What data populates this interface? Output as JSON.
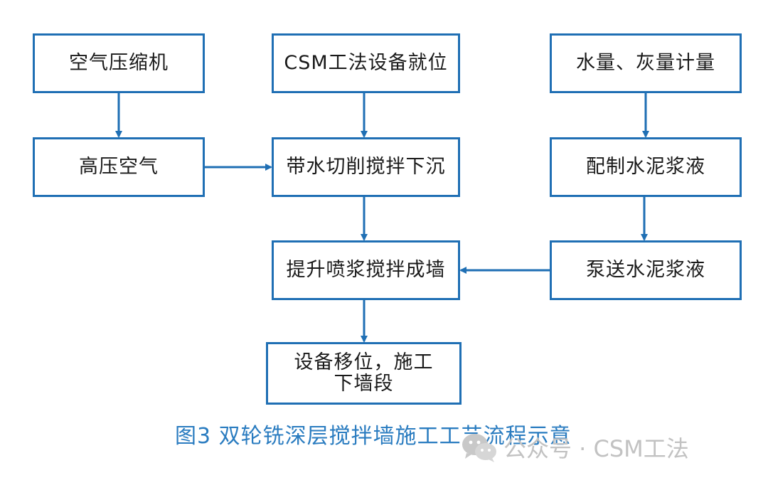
{
  "colors": {
    "box_border": "#1f6fb4",
    "arrow": "#1f6fb4",
    "caption": "#2a7cc0",
    "watermark": "#c2c2c2"
  },
  "nodes": {
    "air_compressor": "空气压缩机",
    "csm_equipment": "CSM工法设备就位",
    "water_ash_metering": "水量、灰量计量",
    "high_pressure_air": "高压空气",
    "cutting_sinking": "带水切削搅拌下沉",
    "prepare_slurry": "配制水泥浆液",
    "lift_spray_wall": "提升喷浆搅拌成墙",
    "pump_slurry": "泵送水泥浆液",
    "move_equipment_line1": "设备移位，施工",
    "move_equipment_line2": "下墙段"
  },
  "caption": "图3   双轮铣深层搅拌墙施工工艺流程示意",
  "watermark": {
    "text": "公众号 · CSM工法",
    "icon": "wechat-icon"
  }
}
